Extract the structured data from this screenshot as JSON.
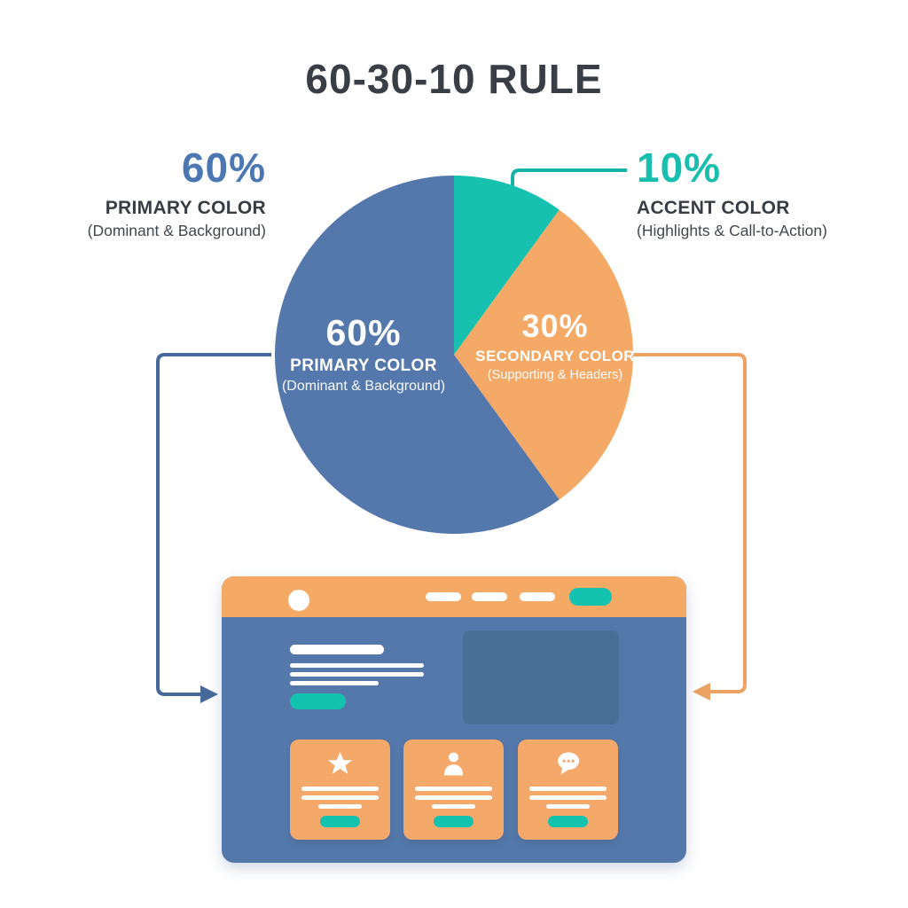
{
  "title": "60-30-10 RULE",
  "chart_data": {
    "type": "pie",
    "title": "60-30-10 RULE",
    "slices": [
      {
        "label": "PRIMARY COLOR",
        "sublabel": "Dominant & Background",
        "value": 60,
        "color": "#5478AB"
      },
      {
        "label": "SECONDARY COLOR",
        "sublabel": "Supporting & Headers",
        "value": 30,
        "color": "#F5A967"
      },
      {
        "label": "ACCENT COLOR",
        "sublabel": "Highlights & Call-to-Action",
        "value": 10,
        "color": "#16C2AF"
      }
    ],
    "start_angle_deg": 0,
    "direction": "clockwise",
    "legend_position": "labels inside slices and side callouts"
  },
  "pie_labels": {
    "primary": {
      "percent": "60%",
      "title": "PRIMARY COLOR",
      "subtitle": "(Dominant & Background)"
    },
    "secondary": {
      "percent": "30%",
      "title": "SECONDARY COLOR",
      "subtitle": "(Supporting & Headers)"
    }
  },
  "callouts": {
    "left": {
      "percent": "60%",
      "title": "PRIMARY COLOR",
      "subtitle": "(Dominant & Background)"
    },
    "right": {
      "percent": "10%",
      "title": "ACCENT COLOR",
      "subtitle": "(Highlights & Call-to-Action)"
    }
  },
  "colors": {
    "primary_blue": "#5478AB",
    "secondary_orange": "#F5A967",
    "accent_teal": "#16C2AF",
    "title_text": "#393D45",
    "callout_blue_text": "#4C77B3",
    "callout_teal_text": "#19BFAE",
    "mockup_image_block": "#4A6F97",
    "connector_blue": "#47699A",
    "connector_orange": "#EBA262",
    "connector_teal": "#14B5A6"
  },
  "mockup": {
    "logo_icon": "circle-logo-icon",
    "nav_pill_count": 3,
    "cards": [
      {
        "icon": "star-icon"
      },
      {
        "icon": "person-icon"
      },
      {
        "icon": "chat-bubble-icon"
      }
    ]
  }
}
